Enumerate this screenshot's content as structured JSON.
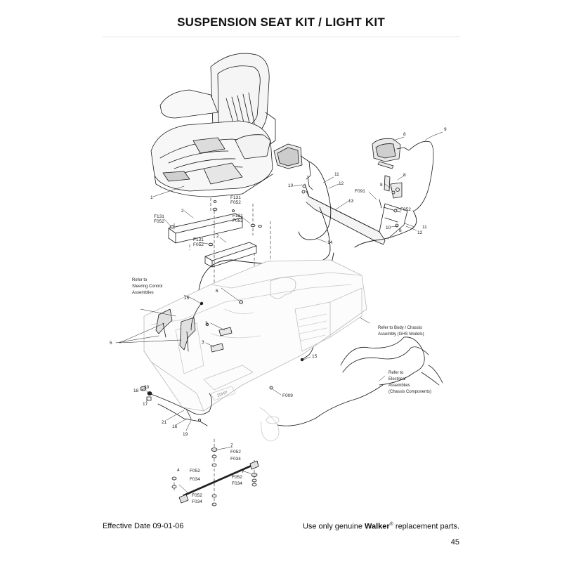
{
  "page": {
    "title": "SUSPENSION SEAT KIT / LIGHT KIT",
    "effective_date": "Effective Date 09-01-06",
    "footer_prefix": "Use only genuine ",
    "footer_brand": "Walker",
    "footer_reg": "®",
    "footer_suffix": " replacement parts.",
    "page_number": "45"
  },
  "callouts": {
    "c1": "1",
    "c2a": "2",
    "c2b": "2",
    "c3a": "3",
    "c3b": "3",
    "c4": "4",
    "c5": "5",
    "c6": "6",
    "c7a": "7",
    "c7b": "7",
    "c8a": "8",
    "c8b": "8",
    "c8c": "8",
    "c8d": "8",
    "c9": "9",
    "c10a": "10",
    "c10b": "10",
    "c11a": "11",
    "c11b": "11",
    "c12a": "12",
    "c12b": "12",
    "c13": "13",
    "c14": "14",
    "c15a": "15",
    "c15b": "15",
    "c16": "16",
    "c17": "17",
    "c18": "18",
    "c19": "19",
    "c20": "20",
    "c21": "21",
    "f131a": "F131",
    "f052a": "F052",
    "f131b": "F131",
    "f052b": "F052",
    "f131c": "F131",
    "f052c": "F052",
    "f131d": "F131",
    "f052d": "F052",
    "f091": "F091",
    "f052e": "F052",
    "f009": "F009",
    "f052f": "F052",
    "f034a": "F034",
    "f052g": "F052",
    "f034b": "F034",
    "f052h": "F052",
    "f034c": "F034",
    "f052i": "F052",
    "f034d": "F034"
  },
  "references": {
    "steering": [
      "Refer to",
      "Steering Control",
      "Assemblies"
    ],
    "body": [
      "Refer to Body / Chassis",
      "Assembly (GHS Models)"
    ],
    "electrical": [
      "Refer to",
      "Electrical",
      "Assemblies",
      "(Chassis Components)"
    ]
  },
  "chassis_badge": "20HP"
}
